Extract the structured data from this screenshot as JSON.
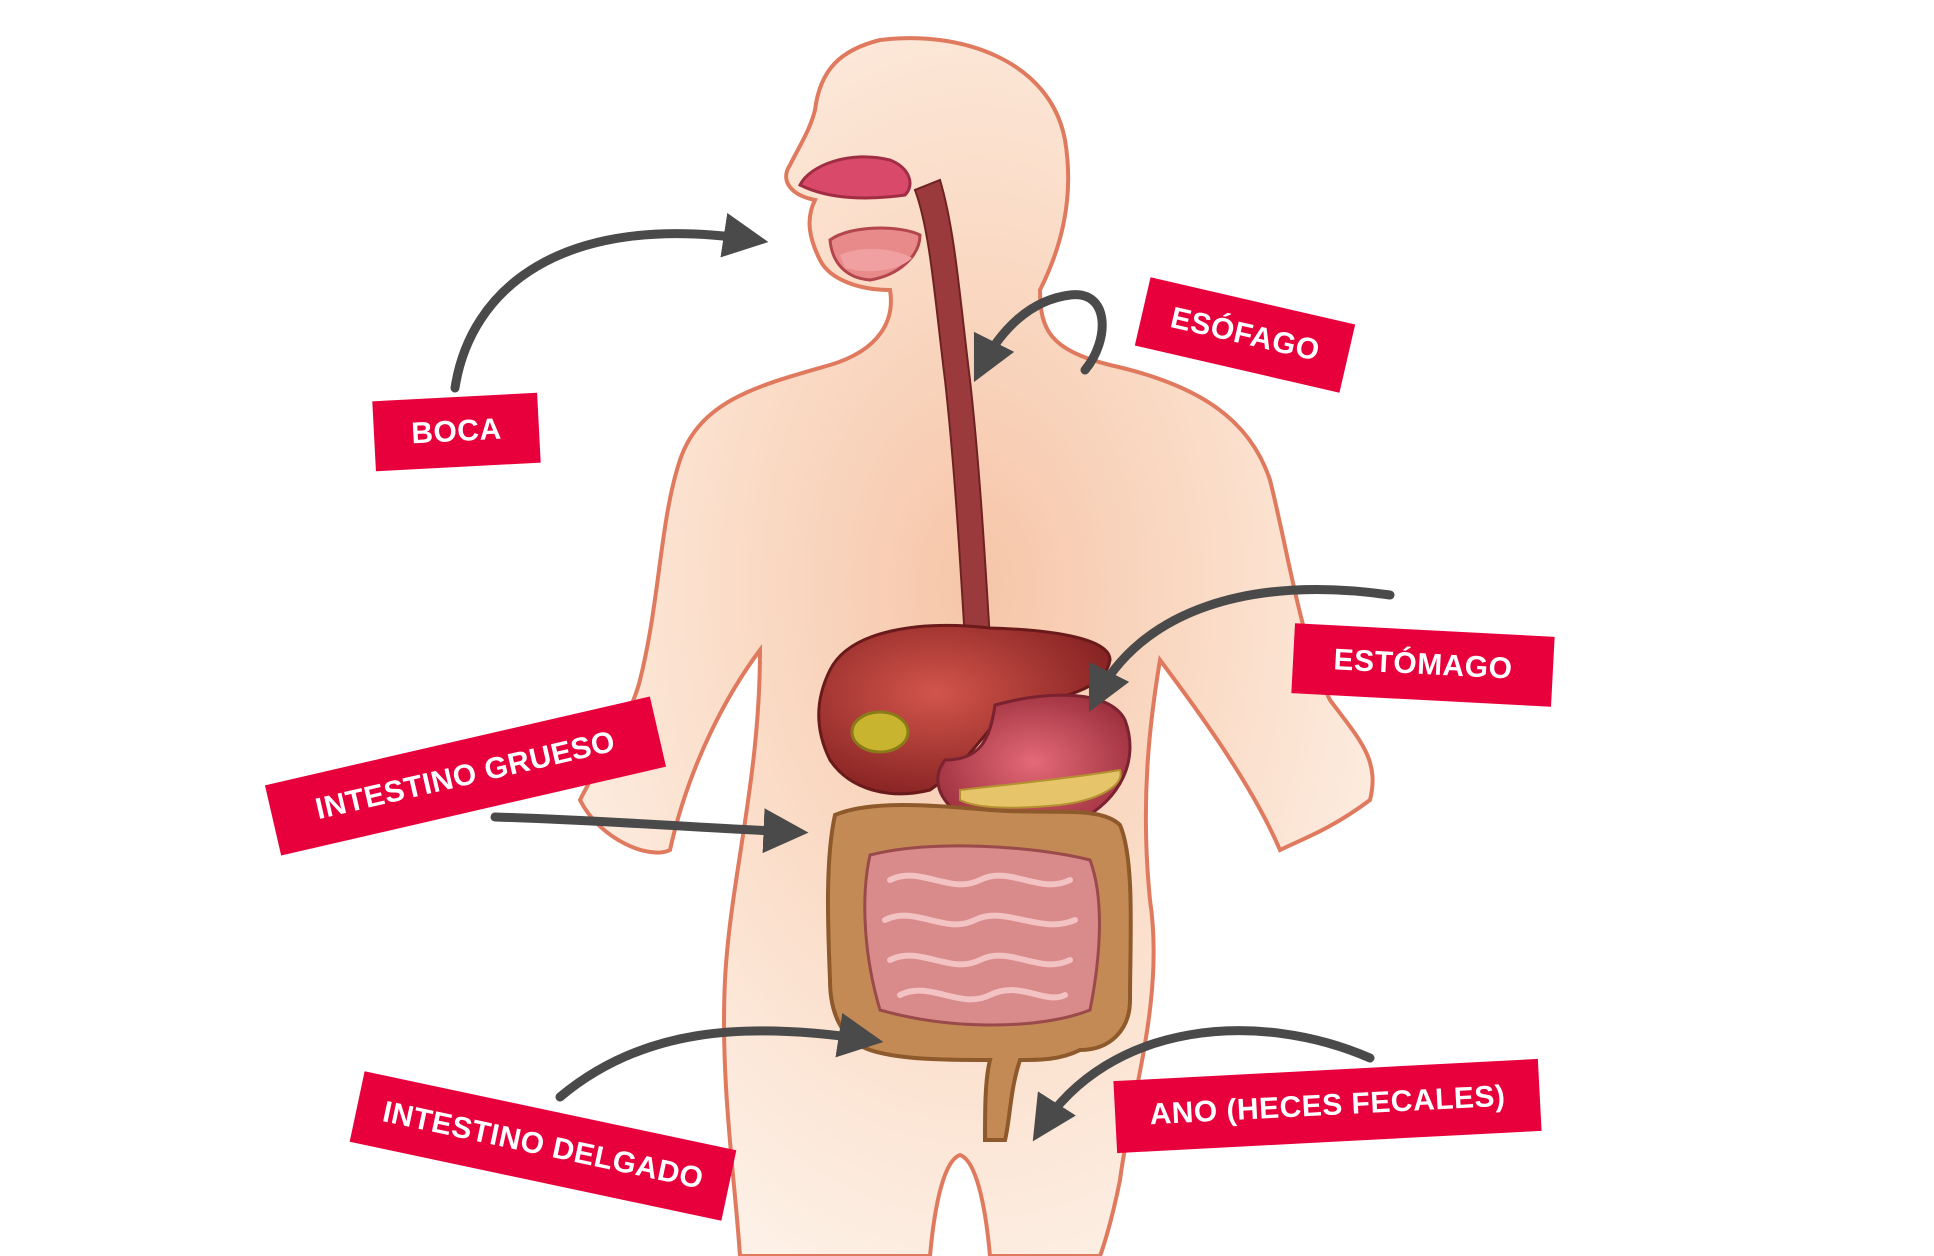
{
  "labels": {
    "boca": "BOCA",
    "esofago": "ESÓFAGO",
    "estomago": "ESTÓMAGO",
    "intestino_grueso": "INTESTINO GRUESO",
    "intestino_delgado": "INTESTINO DELGADO",
    "ano": "ANO (HECES FECALES)"
  },
  "colors": {
    "label_bg": "#e8003d",
    "label_text": "#ffffff",
    "body_fill": "#fbe3d2",
    "body_outline": "#e07a5f",
    "arrow": "#4a4a4a",
    "liver": "#a8322f",
    "stomach": "#c9474f",
    "esophagus": "#9b3a3d",
    "large_intestine": "#c48a55",
    "small_intestine": "#d98a8a",
    "gallbladder": "#c9b430"
  },
  "icons": {
    "body": "human-torso-silhouette",
    "organs": "digestive-system-illustration"
  }
}
